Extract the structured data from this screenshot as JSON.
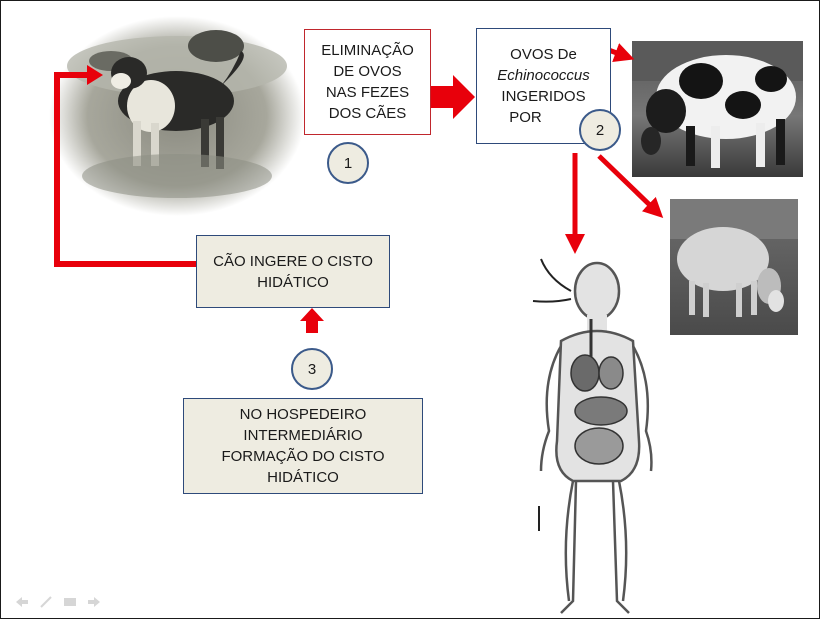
{
  "boxes": {
    "elimination": {
      "lines": [
        "ELIMINAÇÃO",
        "DE  OVOS",
        "NAS FEZES",
        "DOS CÃES"
      ]
    },
    "eggs": {
      "line1": "OVOS De",
      "line2_italic": "Echinococcus",
      "line3": "INGERIDOS",
      "line4": "POR"
    },
    "dog_ingests": {
      "lines": [
        "CÃO INGERE O CISTO",
        "HIDÁTICO"
      ]
    },
    "intermediate_host": {
      "lines": [
        "NO HOSPEDEIRO",
        "INTERMEDIÁRIO",
        "FORMAÇÃO DO CISTO",
        "HIDÁTICO"
      ]
    }
  },
  "steps": [
    "1",
    "2",
    "3"
  ],
  "images": {
    "dog": "dog-photo",
    "cow": "cow-photo",
    "sheep": "sheep-photo",
    "human": "human-anatomy-illustration"
  },
  "colors": {
    "arrow_red": "#e8000b",
    "box_beige": "#eeece1",
    "box_border_blue": "#2e4a7a",
    "box_border_red": "#c0272d"
  },
  "nav_icons": [
    "prev-arrow-icon",
    "pen-icon",
    "menu-icon",
    "next-arrow-icon"
  ]
}
